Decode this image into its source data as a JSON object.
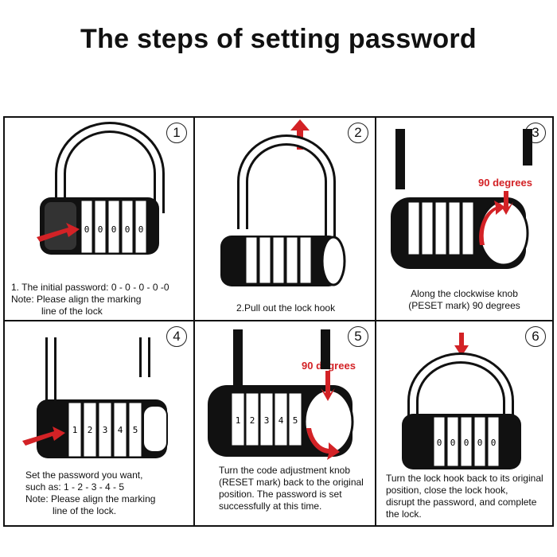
{
  "title": "The steps of setting password",
  "panels": [
    {
      "number": "1",
      "caption_lines": [
        "1. The initial password: 0 - 0 - 0 - 0 -0",
        "Note: Please align the marking",
        "line of the lock"
      ]
    },
    {
      "number": "2",
      "caption_lines": [
        "2.Pull out the lock hook"
      ]
    },
    {
      "number": "3",
      "annotation": "90 degrees",
      "caption_lines": [
        "Along the clockwise knob",
        "(PESET mark) 90 degrees"
      ]
    },
    {
      "number": "4",
      "caption_lines": [
        "Set the password you want,",
        "such as: 1 - 2 - 3 - 4 - 5",
        "Note: Please align the marking",
        "line of the lock."
      ]
    },
    {
      "number": "5",
      "annotation": "90 degrees",
      "caption_lines": [
        "Turn the code adjustment knob",
        "(RESET mark) back to the original",
        "position. The password is set",
        "successfully at this time."
      ]
    },
    {
      "number": "6",
      "caption_lines": [
        "Turn the lock hook back to its original",
        "position, close the lock hook,",
        "disrupt the password, and complete",
        "the lock."
      ]
    }
  ],
  "dials": {
    "panel1": [
      "0",
      "0",
      "0",
      "0",
      "0"
    ],
    "panel4": [
      "1",
      "2",
      "3",
      "4",
      "5"
    ],
    "panel5": [
      "1",
      "2",
      "3",
      "4",
      "5"
    ],
    "panel6": [
      "0",
      "0",
      "0",
      "0",
      "0"
    ]
  },
  "colors": {
    "accent": "#d32226",
    "line": "#111111"
  }
}
